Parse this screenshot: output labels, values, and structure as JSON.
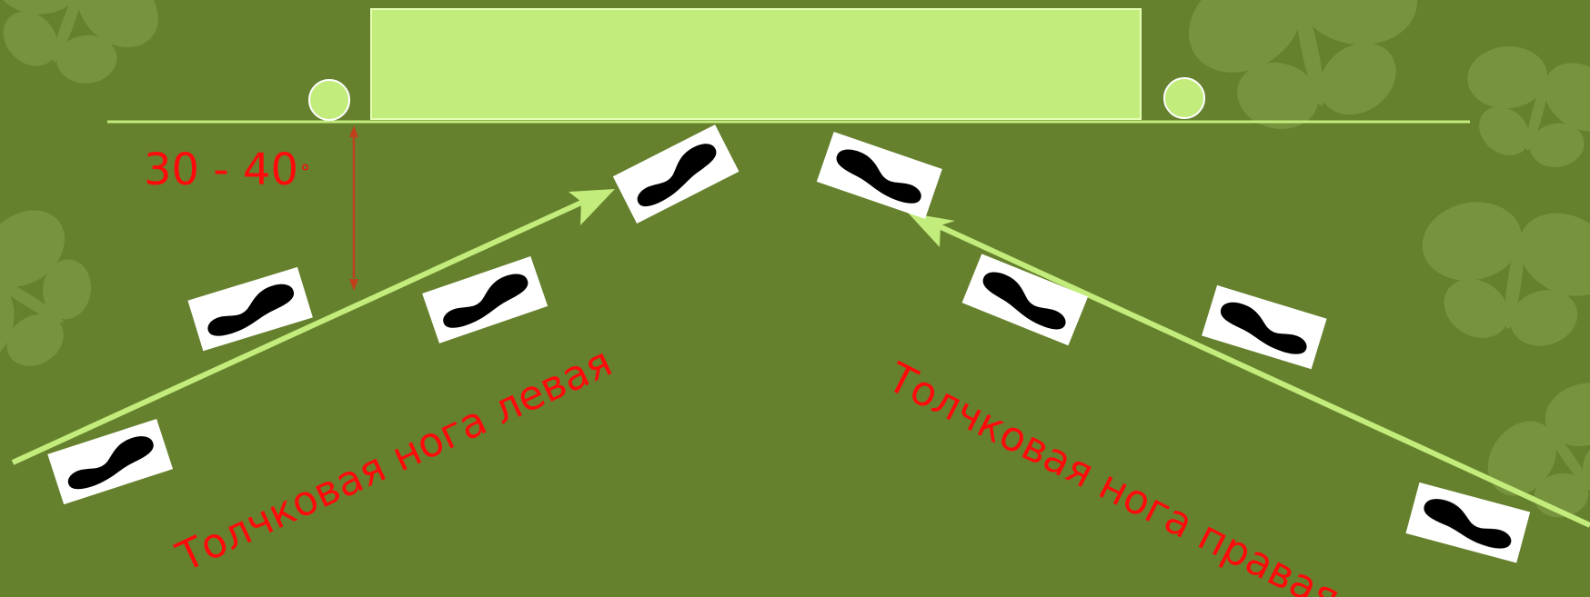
{
  "diagram": {
    "angle_label": "30 - 40",
    "angle_unit": "°",
    "left_caption": "Толчковая нога левая",
    "right_caption": "Толчковая нога правая"
  },
  "colors": {
    "background": "#66812e",
    "light_green": "#c2ec7b",
    "label_red": "#ff0a0a",
    "arrow_brown": "#c1401c",
    "butterfly": "#7e9a45"
  },
  "icons": {
    "footprint": "footprint-icon",
    "butterfly": "butterfly-icon"
  }
}
